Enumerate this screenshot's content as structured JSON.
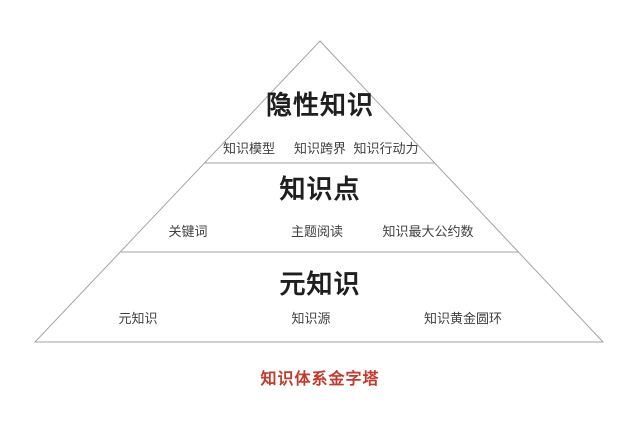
{
  "diagram": {
    "caption": "知识体系金字塔",
    "tiers": [
      {
        "title": "隐性知识",
        "items": [
          "知识模型",
          "知识跨界",
          "知识行动力"
        ]
      },
      {
        "title": "知识点",
        "items": [
          "关键词",
          "主题阅读",
          "知识最大公约数"
        ]
      },
      {
        "title": "元知识",
        "items": [
          "元知识",
          "知识源",
          "知识黄金圆环"
        ]
      }
    ],
    "colors": {
      "outline": "#a3a3a3",
      "title_text": "#1f1f1f",
      "item_text": "#404040",
      "caption_text": "#c23a2e",
      "background": "#ffffff"
    }
  }
}
